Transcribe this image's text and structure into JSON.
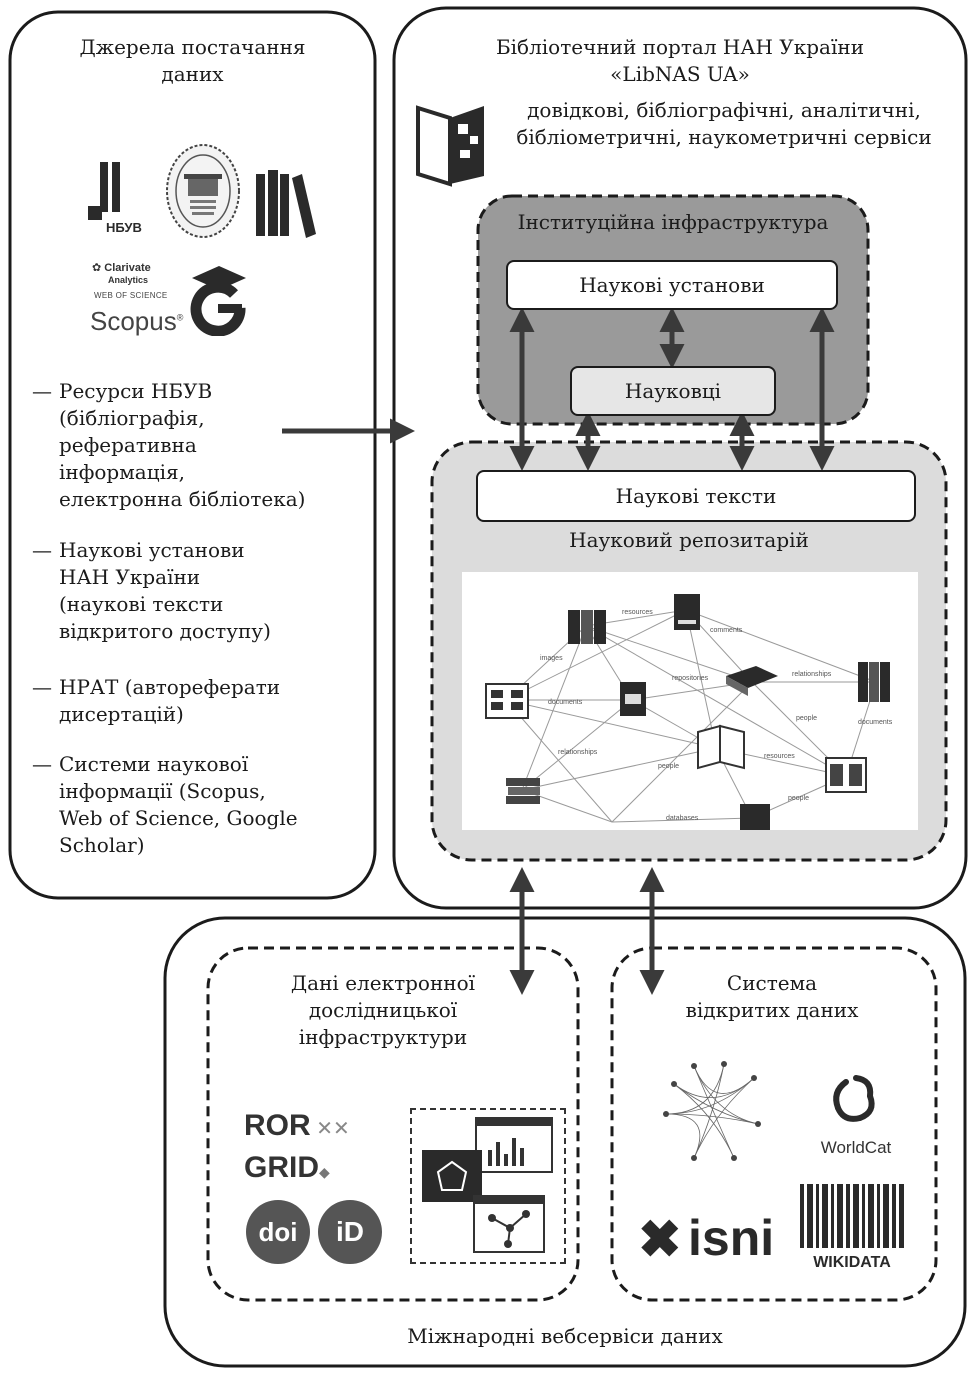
{
  "sources": {
    "title": "Джерела постачання\nданих",
    "logos": {
      "nbuv": "НБУВ",
      "clarivate": "Clarivate",
      "clarivate_sub": "Analytics",
      "wos": "WEB OF SCIENCE",
      "scopus": "Scopus",
      "scopus_mark": "®"
    },
    "items": [
      {
        "text": "Ресурси НБУВ\n(бібліографія,\nреферативна\nінформація,\nелектронна бібліотека)"
      },
      {
        "text": "Наукові установи\nНАН України\n(наукові тексти\nвідкритого доступу)"
      },
      {
        "text": "НРАТ (автореферати\nдисертацій)"
      },
      {
        "text": "Системи наукової\nінформації (Scopus,\nWeb of Science, Google\nScholar)"
      }
    ],
    "dash": "—"
  },
  "portal": {
    "title": "Бібліотечний портал НАН України\n«LibNAS UA»",
    "services": "довідкові, бібліографічні, аналітичні,\nбібліометричні, наукометричні сервіси",
    "infrastructure": {
      "title": "Інституційна інфраструктура",
      "institutions": "Наукові установи",
      "scientists": "Науковці"
    },
    "repository": {
      "texts": "Наукові тексти",
      "title": "Науковий репозитарій",
      "network_labels": [
        "resources",
        "comments",
        "images",
        "documents",
        "repositories",
        "relationships",
        "people",
        "relationships",
        "resources",
        "documents",
        "people",
        "people",
        "databases"
      ]
    }
  },
  "international": {
    "caption": "Міжнародні вебсервіси даних",
    "research": {
      "title": "Дані електронної\nдослідницької\nінфраструктури",
      "logos": {
        "ror": "ROR",
        "grid": "GRID",
        "doi": "doi",
        "orcid": "iD"
      }
    },
    "open_data": {
      "title": "Система\nвідкритих даних",
      "logos": {
        "worldcat": "WorldCat",
        "isni": "isni",
        "wikidata": "WIKIDATA"
      }
    }
  },
  "colors": {
    "line": "#1b1b1b",
    "arrow": "#3a3a3a",
    "infra_fill": "#9a9a9a",
    "repo_fill": "#dcdcdc",
    "scientists_fill": "#e6e6e6"
  }
}
